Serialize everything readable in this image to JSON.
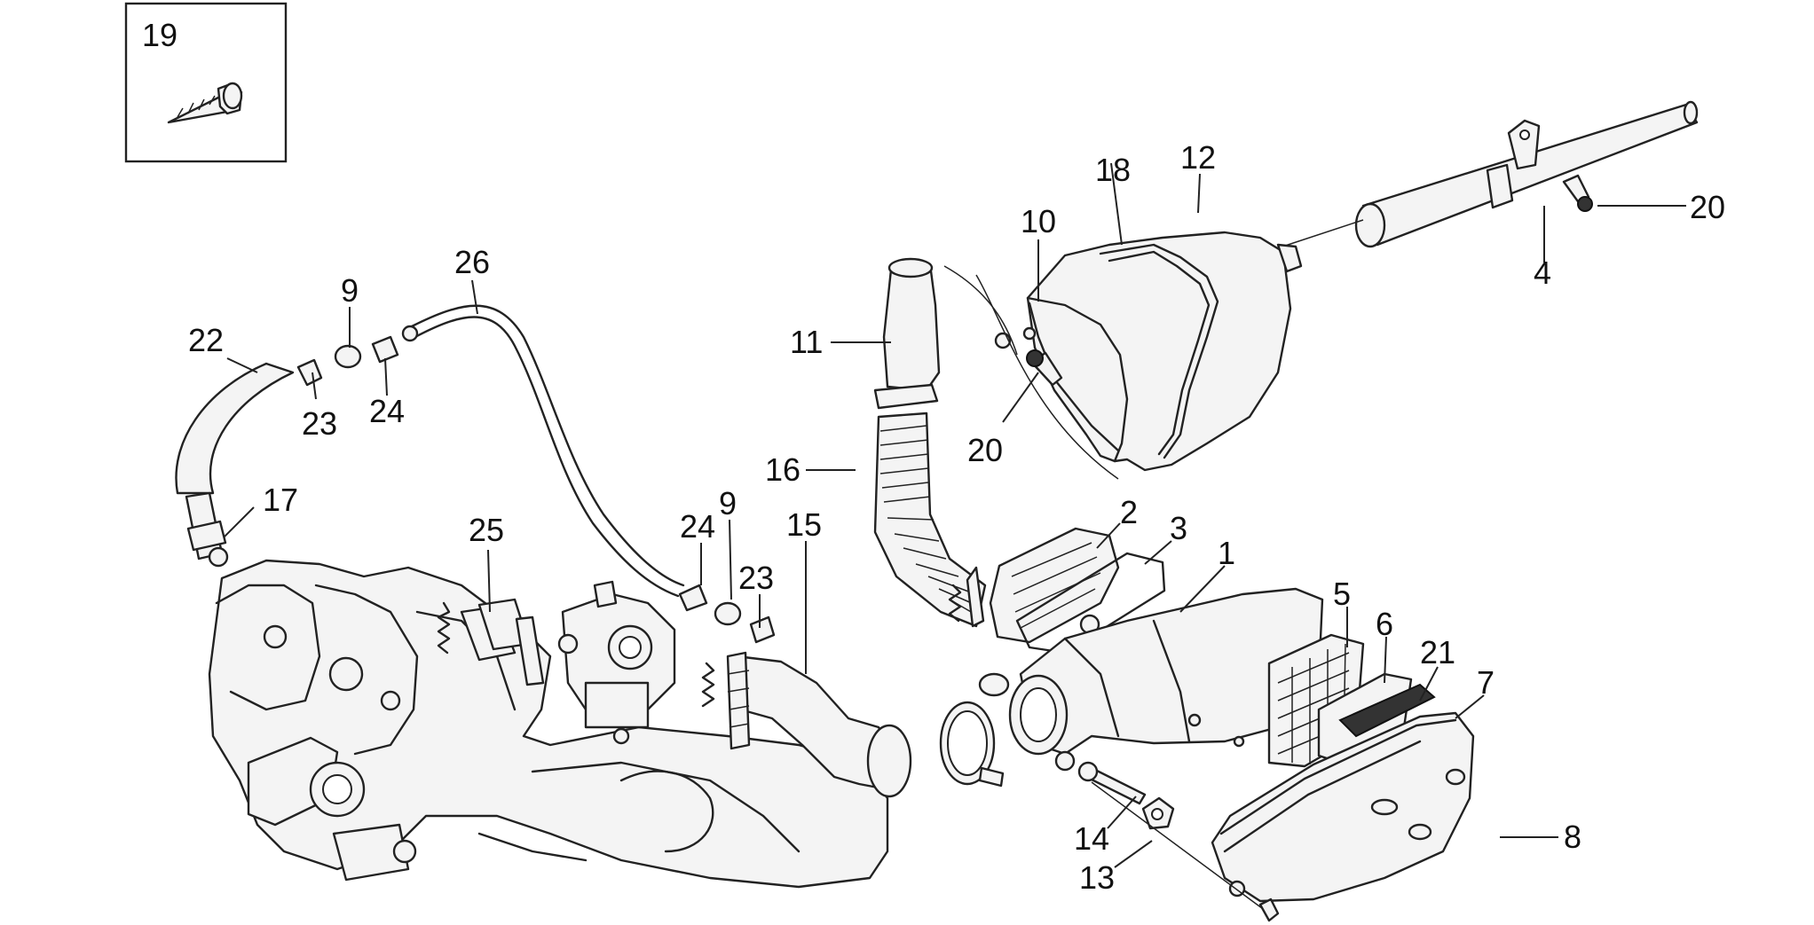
{
  "labels": {
    "l1": "1",
    "l2": "2",
    "l3": "3",
    "l4": "4",
    "l5": "5",
    "l6": "6",
    "l7": "7",
    "l8": "8",
    "l9a": "9",
    "l9b": "9",
    "l10": "10",
    "l11": "11",
    "l12": "12",
    "l13": "13",
    "l14": "14",
    "l15": "15",
    "l16": "16",
    "l17": "17",
    "l18": "18",
    "l19": "19",
    "l20a": "20",
    "l20b": "20",
    "l21": "21",
    "l22": "22",
    "l23a": "23",
    "l23b": "23",
    "l24a": "24",
    "l24b": "24",
    "l25": "25",
    "l26": "26"
  }
}
